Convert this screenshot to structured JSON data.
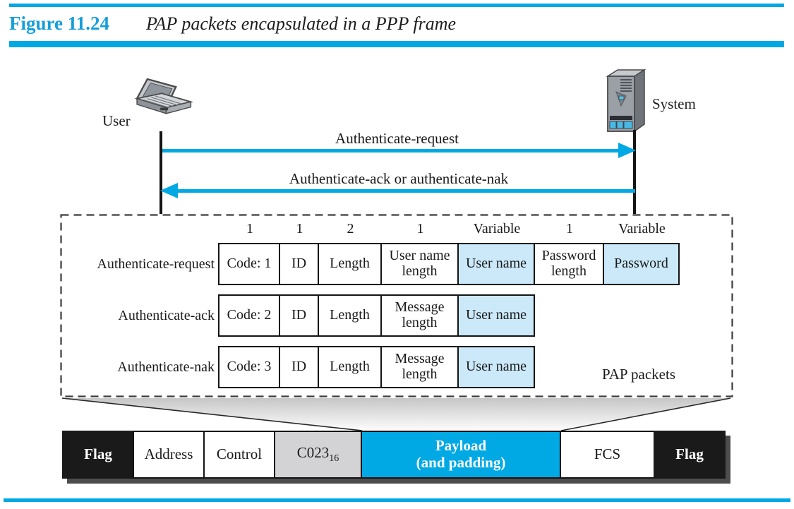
{
  "header": {
    "figure_label": "Figure 11.24",
    "figure_title": "PAP packets encapsulated in a PPP frame"
  },
  "colors": {
    "accent_cyan": "#00A8E4",
    "light_blue_cell": "#CBE9F9",
    "gray_cell": "#D3D3D5"
  },
  "topology": {
    "user_label": "User",
    "system_label": "System",
    "request_arrow_label": "Authenticate-request",
    "response_arrow_label": "Authenticate-ack or authenticate-nak"
  },
  "pap_packets": {
    "caption": "PAP packets",
    "field_sizes": [
      "1",
      "1",
      "2",
      "1",
      "Variable",
      "1",
      "Variable"
    ],
    "rows": [
      {
        "label": "Authenticate-request",
        "cells": [
          {
            "text": "Code: 1",
            "shaded": false
          },
          {
            "text": "ID",
            "shaded": false
          },
          {
            "text": "Length",
            "shaded": false
          },
          {
            "text": "User name length",
            "shaded": false
          },
          {
            "text": "User name",
            "shaded": true
          },
          {
            "text": "Password length",
            "shaded": false
          },
          {
            "text": "Password",
            "shaded": true
          }
        ]
      },
      {
        "label": "Authenticate-ack",
        "cells": [
          {
            "text": "Code: 2",
            "shaded": false
          },
          {
            "text": "ID",
            "shaded": false
          },
          {
            "text": "Length",
            "shaded": false
          },
          {
            "text": "Message length",
            "shaded": false
          },
          {
            "text": "User name",
            "shaded": true
          }
        ]
      },
      {
        "label": "Authenticate-nak",
        "cells": [
          {
            "text": "Code: 3",
            "shaded": false
          },
          {
            "text": "ID",
            "shaded": false
          },
          {
            "text": "Length",
            "shaded": false
          },
          {
            "text": "Message length",
            "shaded": false
          },
          {
            "text": "User name",
            "shaded": true
          }
        ]
      }
    ]
  },
  "ppp_frame": {
    "cells": [
      {
        "label": "Flag",
        "variant": "black"
      },
      {
        "label": "Address",
        "variant": "white"
      },
      {
        "label": "Control",
        "variant": "white"
      },
      {
        "label": "C023",
        "sub": "16",
        "variant": "gray"
      },
      {
        "label": "Payload",
        "label2": "(and padding)",
        "variant": "cyan"
      },
      {
        "label": "FCS",
        "variant": "white"
      },
      {
        "label": "Flag",
        "variant": "black"
      }
    ]
  }
}
